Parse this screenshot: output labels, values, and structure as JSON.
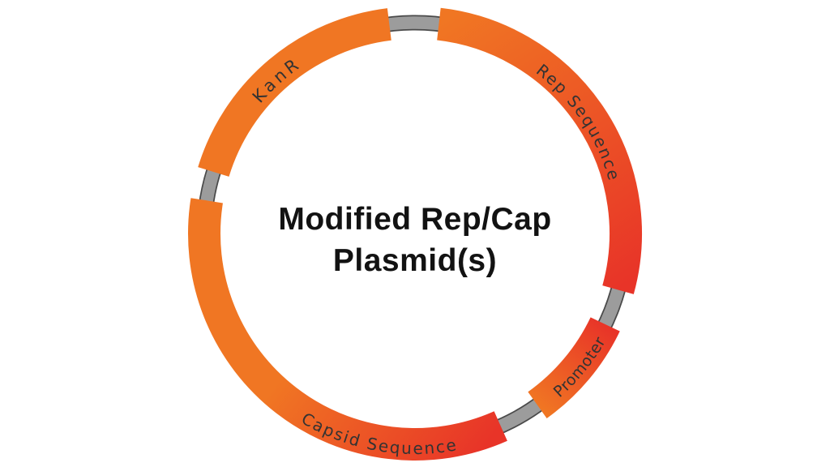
{
  "title": {
    "line1": "Modified Rep/Cap",
    "line2": "Plasmid(s)"
  },
  "colors": {
    "orange": "#F07623",
    "red": "#E83428",
    "backbone_gray": "#9C9C9C",
    "backbone_edge": "#4A4A4A",
    "segment_label": "#333333",
    "title_text": "#121212",
    "background": "#FFFFFF"
  },
  "plasmid": {
    "backbone": {
      "name": "backbone-circle"
    },
    "segments": [
      {
        "name": "rep-sequence",
        "label": "Rep Sequence",
        "start_deg": 6.5,
        "end_deg": 105.5,
        "color_start": "orange",
        "color_end": "red",
        "gradient_mid_offset": null,
        "label_dir": "cw",
        "label_from": 12,
        "label_to": 100,
        "label_radius": 248,
        "font_size": 20,
        "letter_spacing": 2
      },
      {
        "name": "promoter",
        "label": "Promoter",
        "start_deg": 115.5,
        "end_deg": 144.5,
        "color_start": "red",
        "color_end": "orange",
        "gradient_mid_offset": null,
        "label_dir": "ccw",
        "label_from": 140.5,
        "label_to": 117.5,
        "label_radius": 270,
        "font_size": 19,
        "letter_spacing": 0.5
      },
      {
        "name": "capsid-sequence",
        "label": "Capsid Sequence",
        "start_deg": 156,
        "end_deg": 279,
        "color_start": "red",
        "color_end": "orange",
        "gradient_mid_offset": 0.55,
        "label_dir": "ccw",
        "label_from": 221,
        "label_to": 159,
        "label_radius": 272,
        "font_size": 20,
        "letter_spacing": 2
      },
      {
        "name": "kanr",
        "label": "KanR",
        "start_deg": 287,
        "end_deg": 353,
        "color_start": "orange",
        "color_end": "orange",
        "gradient_mid_offset": null,
        "label_dir": "cw",
        "label_from": 302,
        "label_to": 334,
        "label_radius": 249,
        "font_size": 21,
        "letter_spacing": 4
      }
    ]
  }
}
